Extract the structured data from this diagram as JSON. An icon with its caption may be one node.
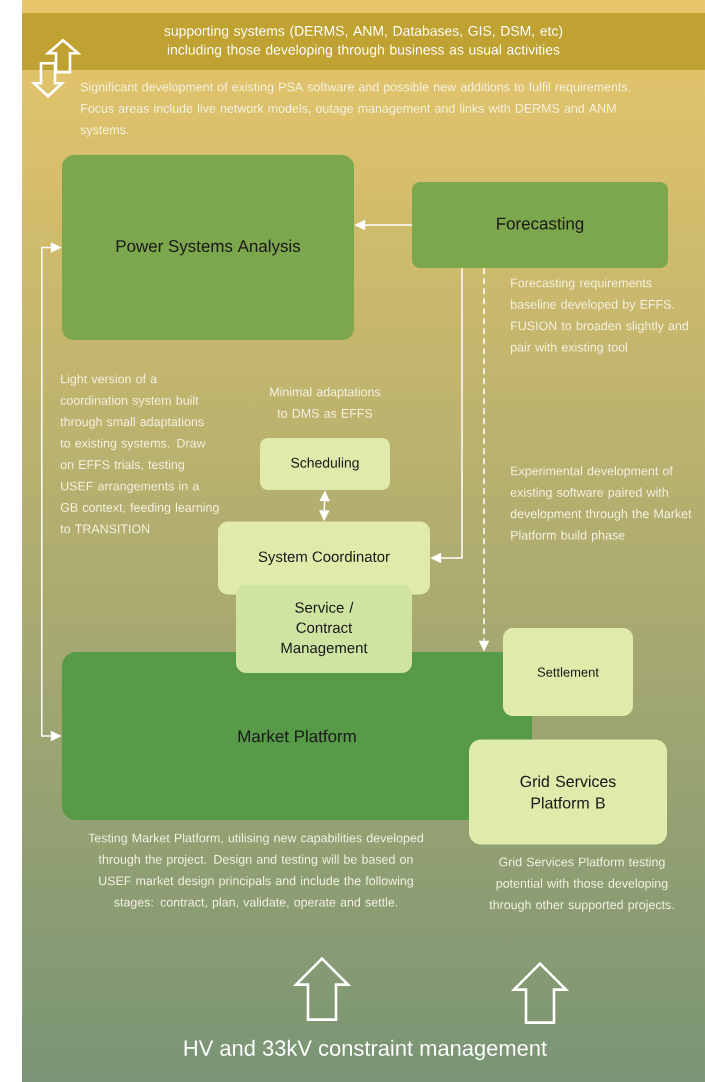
{
  "diagram": {
    "nodes": [
      {
        "text": [
          "supporting systems (DERMS, ANM, Databases, GIS, DSM, etc) including those developing through business as usual activities"
        ]
      },
      {
        "text": [
          "Power Systems Analysis"
        ],
        "beside": [
          "Significant development of existing PSA software and possible new additions to fulfil requirements. Focus areas include live network models, outage management and links with DERMS and ANM systems."
        ]
      },
      {
        "text": [
          "Forecasting"
        ],
        "beside": [
          "Forecasting requirements baseline developed by EFFS. FUSION to broaden slightly and pair with existing tool"
        ]
      },
      {
        "text": [
          "Scheduling"
        ],
        "beside": [
          "Minimal adaptations to DMS as EFFS"
        ]
      },
      {
        "text": [
          "System Coordinator"
        ],
        "beside": [
          "Light version of a coordination system built through small adaptations to existing systems. Draw on EFFS trials, testing USEF arrangements in a GB context, feeding learning to TRANSITION"
        ]
      },
      {
        "text": [
          "Service / Contract Management"
        ]
      },
      {
        "text": [
          "Market Platform"
        ],
        "beside": [
          "Testing Market Platform, utilising new capabilities developed through the project. Design and testing will be based on USEF market design principals and include the following stages: contract, plan, validate, operate and settle."
        ]
      },
      {
        "text": [
          "Settlement"
        ]
      },
      {
        "text": [
          "Grid Services Platform B"
        ],
        "beside": [
          "Grid Services Platform testing potential with those developing through other supported projects."
        ]
      },
      {
        "text": [
          "HV and 33kV constraint management"
        ]
      }
    ],
    "edges": [
      {
        "from": 0,
        "to": null,
        "arrow": "to"
      },
      {
        "from": 0,
        "to": null,
        "arrow": "to"
      },
      {
        "from": 2,
        "to": 1,
        "arrow": "to"
      },
      {
        "from": 2,
        "to": 4,
        "arrow": "to"
      },
      {
        "from": 2,
        "to": 6,
        "arrow": "to",
        "style": "dashed"
      },
      {
        "from": 3,
        "to": 4,
        "arrow": "both"
      },
      {
        "from": 1,
        "to": 6,
        "arrow": "both"
      },
      {
        "from": 9,
        "to": null,
        "arrow": "to"
      },
      {
        "from": 9,
        "to": null,
        "arrow": "to"
      }
    ],
    "labels": [
      "Experimental development of existing software paired with development through the Market Platform build phase"
    ]
  }
}
